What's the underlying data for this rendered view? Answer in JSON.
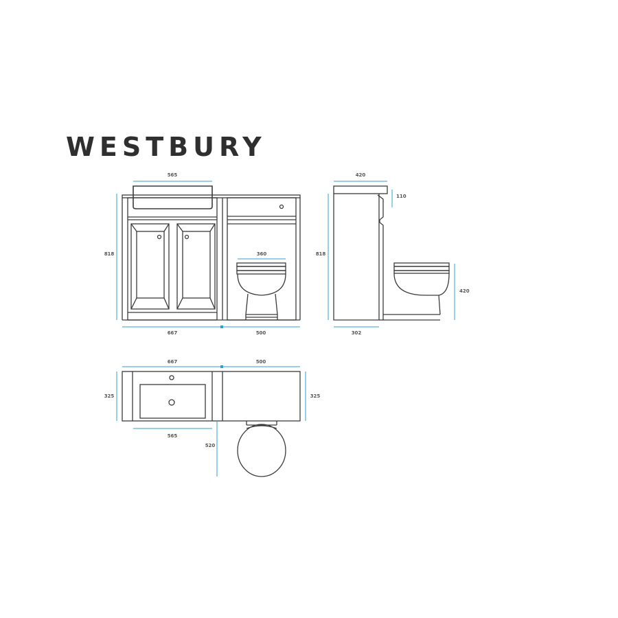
{
  "title": "WESTBURY",
  "colors": {
    "outline": "#3a3a3a",
    "dimension": "#2f9fcf",
    "text": "#555555"
  },
  "dimensions": {
    "front_basin_width": "565",
    "front_height": "818",
    "toilet_seat_width": "360",
    "front_vanity_width": "667",
    "front_wc_unit_width": "500",
    "side_depth_top": "420",
    "side_worktop_height": "110",
    "side_height": "818",
    "side_pan_height": "420",
    "side_unit_depth": "302",
    "plan_vanity_width": "667",
    "plan_wc_unit_width": "500",
    "plan_left_depth": "325",
    "plan_right_depth": "325",
    "plan_basin_width": "565",
    "plan_pan_projection": "520"
  }
}
